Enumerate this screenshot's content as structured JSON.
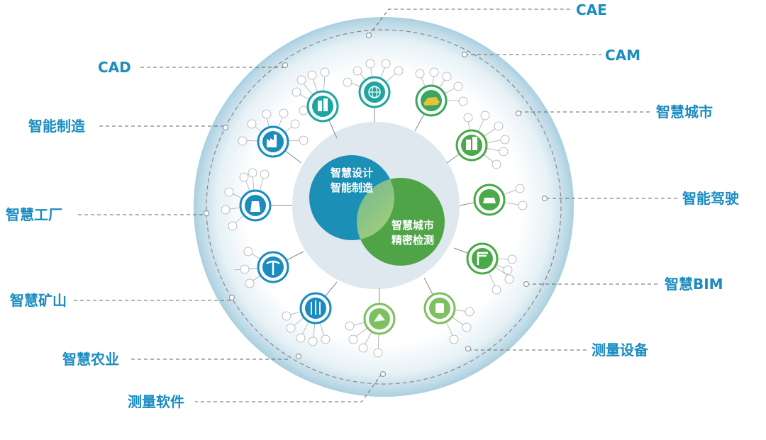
{
  "center": {
    "left_lines": [
      "智慧设计",
      "智能制造"
    ],
    "right_lines": [
      "智慧城市",
      "精密检测"
    ]
  },
  "labels": {
    "cae": "CAE",
    "cam": "CAM",
    "cad": "CAD",
    "smart_city": "智慧城市",
    "smart_manufacturing": "智能制造",
    "smart_driving": "智能驾驶",
    "smart_factory": "智慧工厂",
    "smart_bim": "智慧BIM",
    "smart_mining": "智慧矿山",
    "measurement_equipment": "测量设备",
    "smart_agriculture": "智慧农业",
    "measurement_software": "测量软件"
  },
  "hubs": [
    {
      "name": "building-icon",
      "color": "#1ea5a0"
    },
    {
      "name": "globe-icon",
      "color": "#1ea5a0"
    },
    {
      "name": "car-3d-icon",
      "color": "#3aa85c"
    },
    {
      "name": "factory-icon",
      "color": "#1a8cc0"
    },
    {
      "name": "city-building-icon",
      "color": "#4aaa4a"
    },
    {
      "name": "power-plant-icon",
      "color": "#1a8cc0"
    },
    {
      "name": "car-icon",
      "color": "#4aaa4a"
    },
    {
      "name": "pickaxe-icon",
      "color": "#1a8cc0"
    },
    {
      "name": "crane-icon",
      "color": "#4aaa4a"
    },
    {
      "name": "wheat-icon",
      "color": "#1a8cc0"
    },
    {
      "name": "survey-icon",
      "color": "#7cc060"
    },
    {
      "name": "lab-icon",
      "color": "#7cc060"
    }
  ],
  "colors": {
    "blue": "#1a8cc0",
    "green": "#4aaa4a",
    "teal": "#1ea5a0",
    "label": "#1a8cc0"
  }
}
